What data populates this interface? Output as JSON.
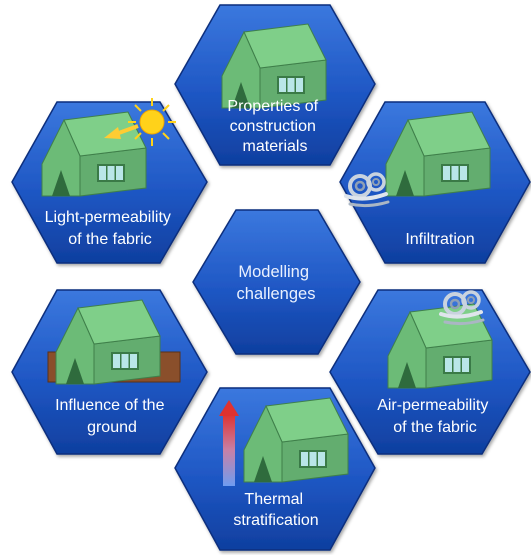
{
  "diagram": {
    "center": {
      "lines": [
        "Modelling",
        "challenges"
      ]
    },
    "hexagons": [
      {
        "id": "construction-materials",
        "lines": [
          "Properties of",
          "construction",
          "materials"
        ]
      },
      {
        "id": "light-permeability",
        "lines": [
          "Light-permeability",
          "of the fabric"
        ]
      },
      {
        "id": "infiltration",
        "lines": [
          "Infiltration"
        ]
      },
      {
        "id": "ground",
        "lines": [
          "Influence of the",
          "ground"
        ]
      },
      {
        "id": "air-permeability",
        "lines": [
          "Air-permeability",
          "of the fabric"
        ]
      },
      {
        "id": "thermal-stratification",
        "lines": [
          "Thermal",
          "stratification"
        ]
      }
    ]
  },
  "colors": {
    "hex_fill_light": "#2f6bd3",
    "hex_fill_dark": "#0d3c9e",
    "hex_stroke": "#0a2f7d",
    "tent_body": "#74c07f",
    "tent_shadow": "#4f9a5d",
    "tent_window": "#b9e6e8",
    "tent_door": "#2f6b3d",
    "sun": "#ffd21a",
    "arrow_light": "#ffcc33",
    "ground": "#8a4f2b",
    "thermal_top": "#e0322f",
    "thermal_bottom": "#5f8fe8"
  }
}
